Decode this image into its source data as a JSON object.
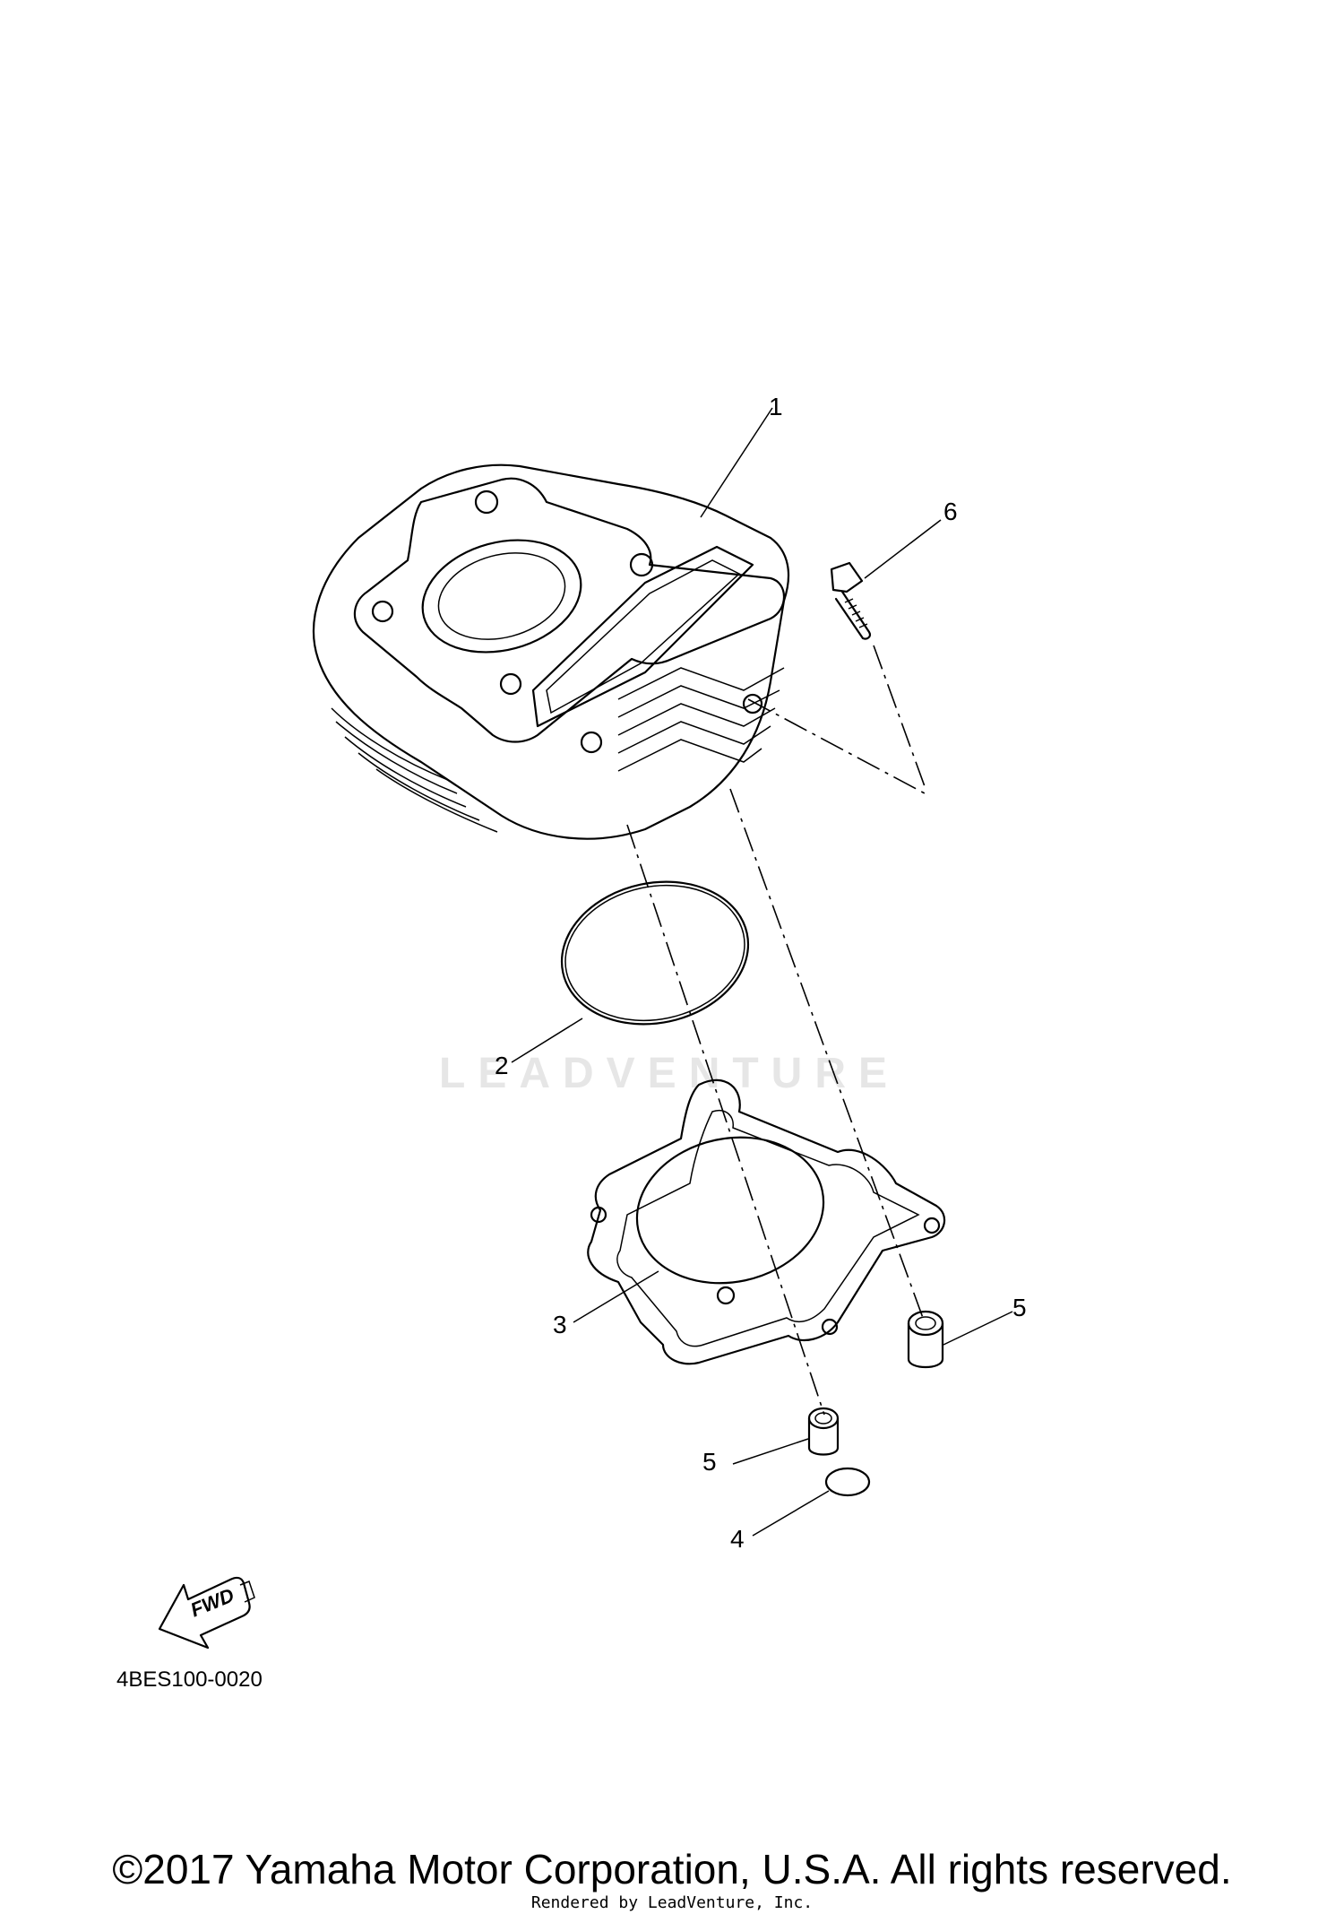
{
  "callouts": [
    {
      "id": "1",
      "label": "1"
    },
    {
      "id": "2",
      "label": "2"
    },
    {
      "id": "3",
      "label": "3"
    },
    {
      "id": "4",
      "label": "4"
    },
    {
      "id": "5a",
      "label": "5"
    },
    {
      "id": "5b",
      "label": "5"
    },
    {
      "id": "6",
      "label": "6"
    }
  ],
  "parts": [
    {
      "ref": "1",
      "icon": "cylinder-icon"
    },
    {
      "ref": "2",
      "icon": "o-ring-icon"
    },
    {
      "ref": "3",
      "icon": "cylinder-gasket-icon"
    },
    {
      "ref": "4",
      "icon": "small-o-ring-icon"
    },
    {
      "ref": "5",
      "icon": "dowel-pin-icon"
    },
    {
      "ref": "6",
      "icon": "bolt-icon"
    }
  ],
  "fwd_indicator": {
    "label": "FWD",
    "icon": "fwd-arrow-icon"
  },
  "diagram_code": "4BES100-0020",
  "watermark": "LEADVENTURE",
  "footer": {
    "copyright": "©2017 Yamaha Motor Corporation, U.S.A. All rights reserved.",
    "rendered_by": "Rendered by LeadVenture, Inc."
  }
}
